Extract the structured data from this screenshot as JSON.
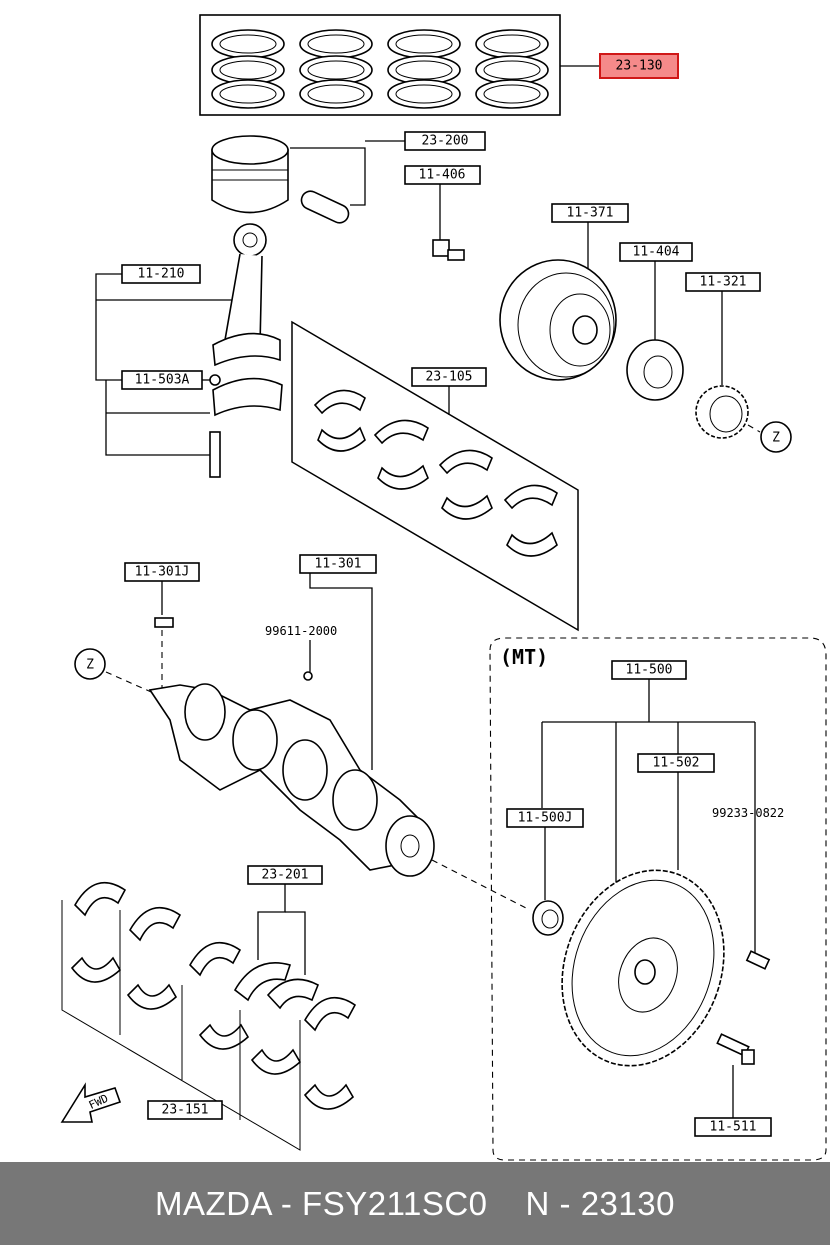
{
  "diagram": {
    "labels": {
      "piston_rings": "23-130",
      "piston_pin": "23-200",
      "bolt_11406": "11-406",
      "pulley": "11-371",
      "key_ring": "11-404",
      "sprocket": "11-321",
      "connecting_rod": "11-210",
      "rod_bushing": "11-503A",
      "rod_bearings": "23-105",
      "crank_key": "11-301J",
      "crankshaft": "11-301",
      "mt_flywheel_assy": "11-500",
      "ring_gear": "11-502",
      "pilot_bearing": "11-500J",
      "main_bearings": "23-201",
      "thrust_bearings": "23-151",
      "flywheel_bolt": "11-511"
    },
    "texts": {
      "crank_part_no": "99611-2000",
      "dowel_part_no": "99233-0822",
      "mt_section": "(MT)",
      "ref_z": "Z",
      "fwd": "FWD"
    },
    "highlight_color": "#f58a8a"
  },
  "footer": {
    "brand": "MAZDA - FSY211SC0",
    "part_ref": "N - 23130"
  }
}
